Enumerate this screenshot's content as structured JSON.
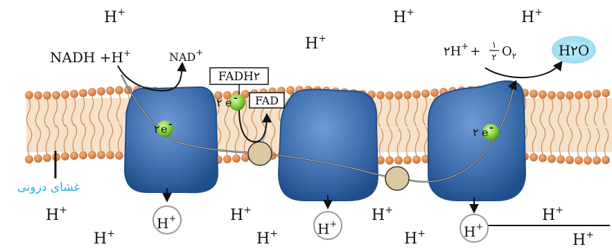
{
  "labels": {
    "nadh_reaction": {
      "base": "NADH",
      "plus": "+H",
      "charge": "+"
    },
    "nad": {
      "base": "NAD",
      "charge": "+"
    },
    "fadh2": "FADH۲",
    "fad": "FAD",
    "electron_coef_1": "۲",
    "electron_coef_2": "۲",
    "electron_coef_3": "۲",
    "electron_symbol": "e",
    "electron_charge": "-",
    "oxygen_reaction": {
      "left": "۲H",
      "charge": "+",
      "plus": "+",
      "frac_num": "۱",
      "frac_den": "۲",
      "o2": "O",
      "o2_sub": "۲"
    },
    "water": "H۲O",
    "inner_membrane": "غشای درونی",
    "proton": {
      "base": "H",
      "charge": "+"
    }
  },
  "colors": {
    "protein": "#3f6fae",
    "protein_dark": "#1f4f8a",
    "lipid_head": "#d9894a",
    "lipid_tail": "#f2c9a6",
    "electron": "#7ccb2e",
    "carrier": "#dcc9a0",
    "water_glow": "#8fd8ef",
    "membrane_label": "#29b3e6"
  }
}
